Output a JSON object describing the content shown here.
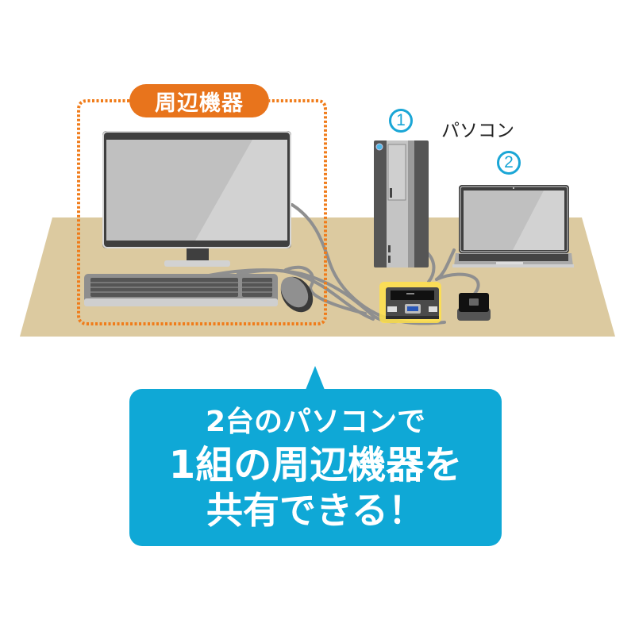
{
  "peripherals_group": {
    "label": "周辺機器",
    "label_color": "#e8741c",
    "border_color": "#f07c1a",
    "devices": [
      "monitor",
      "keyboard",
      "mouse"
    ]
  },
  "computers": {
    "label": "パソコン",
    "items": [
      {
        "number": "1",
        "type": "desktop-tower"
      },
      {
        "number": "2",
        "type": "laptop"
      }
    ],
    "number_color": "#1aa6d6"
  },
  "switch": {
    "name": "KVM switch",
    "highlight_color": "#ffe14a"
  },
  "remote_button": {
    "name": "remote switch button"
  },
  "desk": {
    "color": "#dccaa0"
  },
  "callout": {
    "line1": "2台のパソコンで",
    "line2": "1組の周辺機器を",
    "line3": "共有できる！",
    "background": "#0fa8d6"
  }
}
